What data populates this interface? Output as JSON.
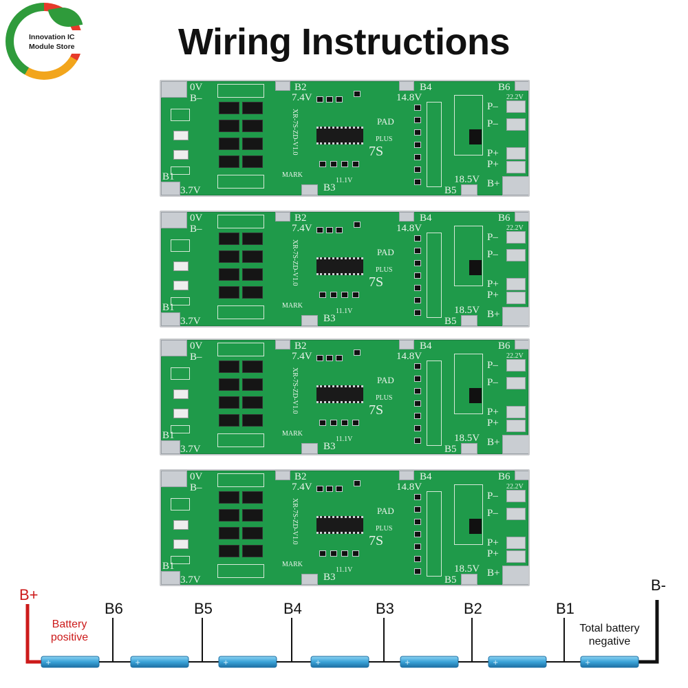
{
  "logo": {
    "line1": "Innovation IC",
    "line2": "Module Store"
  },
  "title": "Wiring Instructions",
  "board": {
    "labels": {
      "v0": "0V",
      "bminus": "B–",
      "b2": "B2",
      "v74": "7.4V",
      "b4": "B4",
      "v148": "14.8V",
      "b6": "B6",
      "v222": "22.2V",
      "pad": "PAD",
      "plus": "PLUS",
      "s7": "7S",
      "pminus1": "P–",
      "pminus2": "P–",
      "pplus1": "P+",
      "pplus2": "P+",
      "b1": "B1",
      "v37": "3.7V",
      "mark": "MARK",
      "b3": "B3",
      "v111": "11.1V",
      "v185": "18.5V",
      "b5": "B5",
      "bplus": "B+",
      "model": "XR-7S-ZD-V1.0"
    }
  },
  "wiring": {
    "bplus": "B+",
    "bminus": "B-",
    "taps": [
      "B6",
      "B5",
      "B4",
      "B3",
      "B2",
      "B1"
    ],
    "battery_positive": [
      "Battery",
      "positive"
    ],
    "total_negative": [
      "Total battery",
      "negative"
    ],
    "colors": {
      "positive": "#cc1a1a",
      "negative": "#111111",
      "cell": "#3aa3d8"
    }
  }
}
